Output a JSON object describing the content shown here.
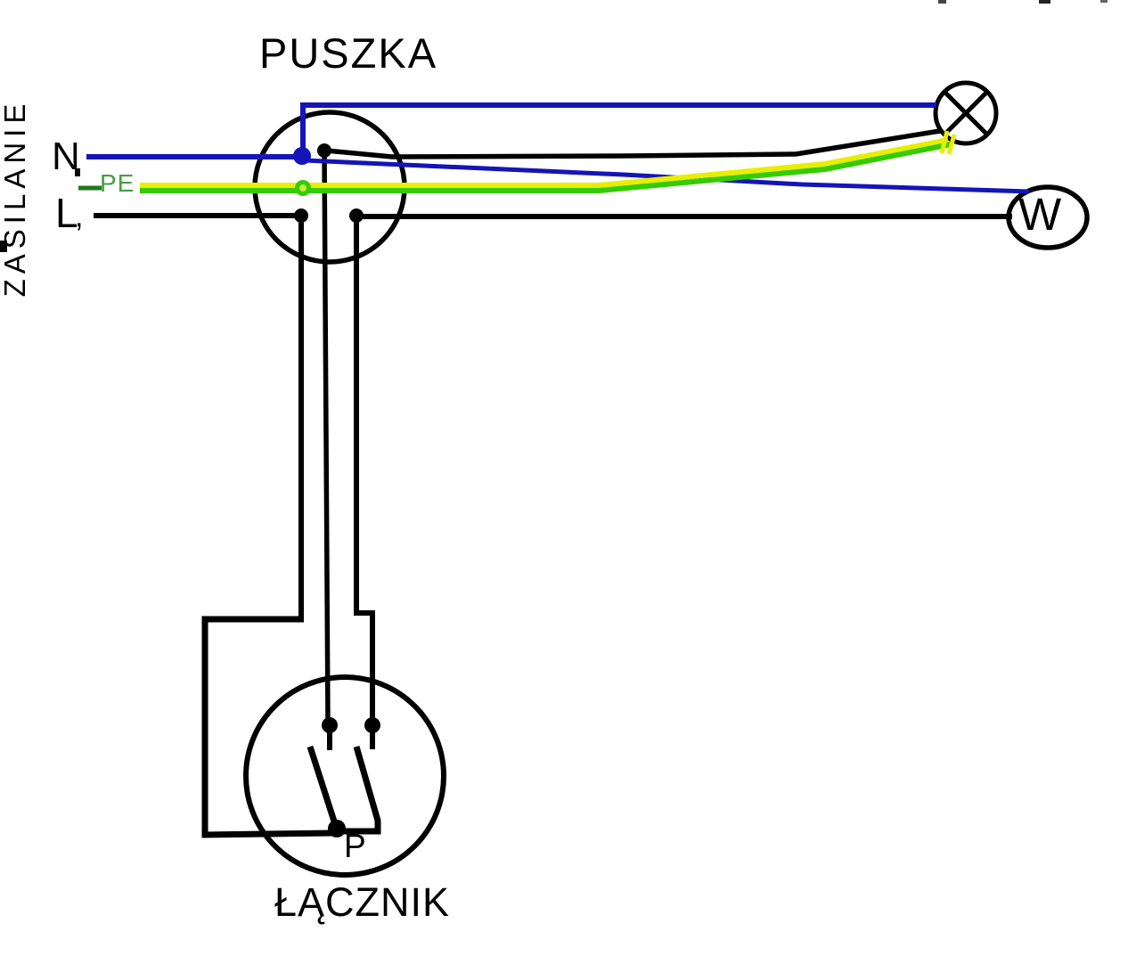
{
  "title": "Lighting circuit wiring diagram",
  "labels": {
    "supply": "ZASILANIE",
    "junction_box": "PUSZKA",
    "switch": "ŁĄCZNIK",
    "switch_common": "P",
    "neutral": "N",
    "protective": "PE",
    "line": "L",
    "line_mark": ",",
    "receiver": "W"
  },
  "colors": {
    "neutral_wire": "#1414b8",
    "pe_wire_green": "#33cc00",
    "pe_wire_yellow": "#e8ee00",
    "pe_wire_dark_green": "#1e7a1e",
    "pe_label": "#44a040",
    "black_wire": "#000000",
    "background": "#ffffff"
  },
  "components": {
    "junction_box": {
      "shape": "circle",
      "label_key": "junction_box"
    },
    "switch": {
      "shape": "circle",
      "type": "two-circuit switch, common terminal P",
      "label_key": "switch"
    },
    "lamp": {
      "shape": "circle-with-cross"
    },
    "receiver": {
      "shape": "ellipse",
      "label_key": "receiver"
    }
  },
  "wires": [
    {
      "name": "N",
      "description": "neutral, blue: supply to junction box, then to lamp and to receiver W"
    },
    {
      "name": "PE",
      "description": "protective, green-yellow: supply through junction box toward lamp"
    },
    {
      "name": "L",
      "description": "line, black: supply to switch common P; switched lines feed lamp and receiver W"
    }
  ]
}
